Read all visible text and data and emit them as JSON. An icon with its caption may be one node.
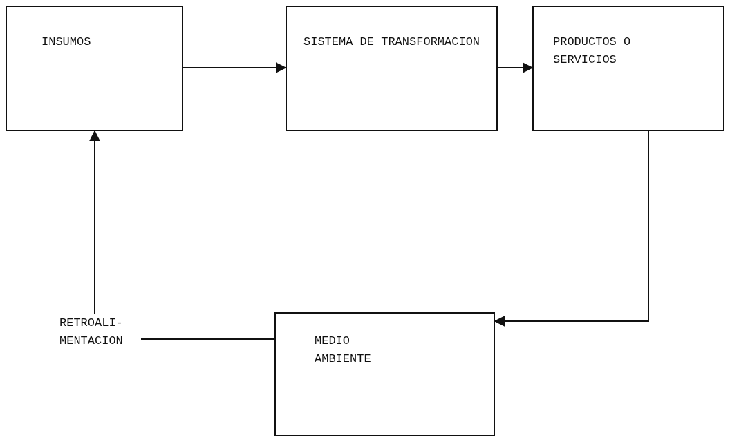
{
  "diagram": {
    "nodes": [
      {
        "text": [
          "INSUMOS"
        ]
      },
      {
        "text": [
          "SISTEMA DE TRANSFORMACION"
        ]
      },
      {
        "text": [
          "PRODUCTOS O SERVICIOS"
        ]
      },
      {
        "text": [
          "MEDIO AMBIENTE"
        ]
      },
      {
        "text": [
          "RETROALI- MENTACION"
        ]
      }
    ],
    "edges": [
      {
        "from": 0,
        "to": 1,
        "arrow": "to"
      },
      {
        "from": 1,
        "to": 2,
        "arrow": "to"
      },
      {
        "from": 2,
        "to": 3,
        "arrow": "to"
      },
      {
        "from": 3,
        "to": 4,
        "arrow": "none"
      },
      {
        "from": 4,
        "to": 0,
        "arrow": "to"
      }
    ]
  }
}
